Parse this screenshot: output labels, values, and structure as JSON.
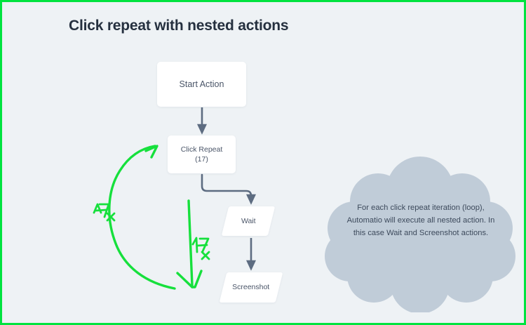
{
  "page": {
    "title": "Click repeat with nested actions",
    "background_color": "#eef2f5",
    "border_color": "#00e33f",
    "title_color": "#25303f"
  },
  "flowchart": {
    "nodes": [
      {
        "id": "start",
        "label": "Start Action",
        "shape": "rounded-rectangle"
      },
      {
        "id": "click-repeat",
        "label": "Click Repeat",
        "sublabel": "(17)",
        "shape": "rounded-rectangle"
      },
      {
        "id": "wait",
        "label": "Wait",
        "shape": "parallelogram"
      },
      {
        "id": "screenshot",
        "label": "Screenshot",
        "shape": "parallelogram"
      }
    ],
    "connectors": [
      {
        "from": "start",
        "to": "click-repeat",
        "style": "straight-down-arrow",
        "color": "#5d6c81"
      },
      {
        "from": "click-repeat",
        "to": "wait",
        "style": "elbow-arrow",
        "color": "#5d6c81"
      },
      {
        "from": "wait",
        "to": "screenshot",
        "style": "straight-down-arrow",
        "color": "#5d6c81"
      }
    ],
    "node_fill": "#ffffff",
    "node_text_color": "#4a5568"
  },
  "annotations": {
    "color": "#16e03c",
    "loop_label_left": "17x",
    "loop_label_inner": "17x",
    "loop_arc_name": "loop-back-arrow",
    "down_arrow_name": "nested-actions-arrow"
  },
  "callout": {
    "text": "For each click repeat iteration (loop), Automatio will execute all nested action. In this case Wait and Screenshot actions.",
    "shape": "cloud",
    "fill_color": "#c0ccd8",
    "text_color": "#3d4a5c"
  }
}
